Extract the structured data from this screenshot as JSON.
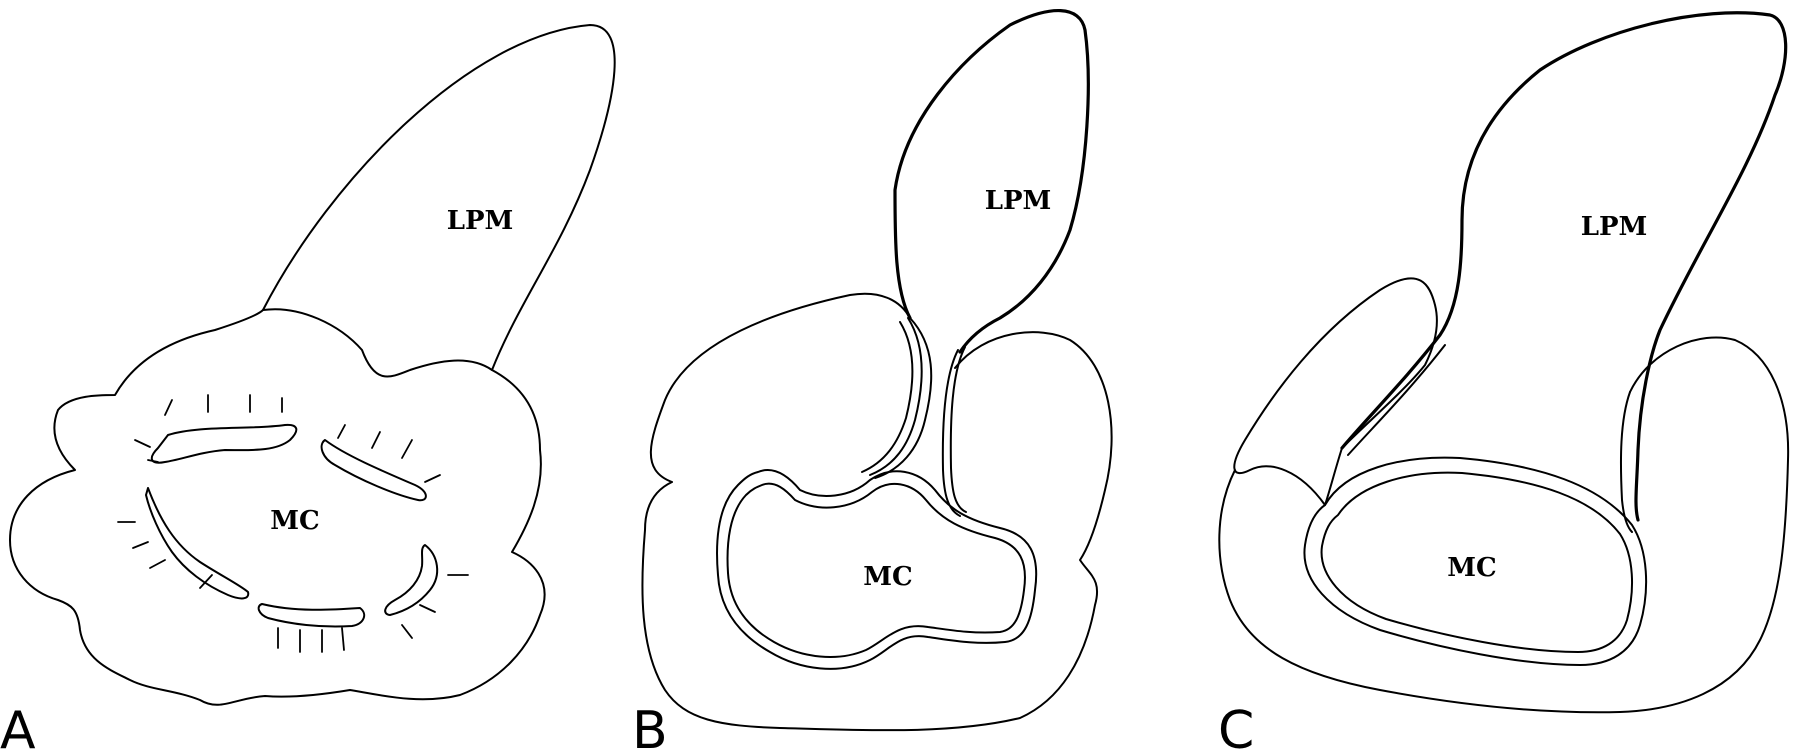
{
  "panels": [
    {
      "letter": "A",
      "upper_label": "LPM",
      "center_label": "MC"
    },
    {
      "letter": "B",
      "upper_label": "LPM",
      "center_label": "MC"
    },
    {
      "letter": "C",
      "upper_label": "LPM",
      "center_label": "MC"
    }
  ]
}
